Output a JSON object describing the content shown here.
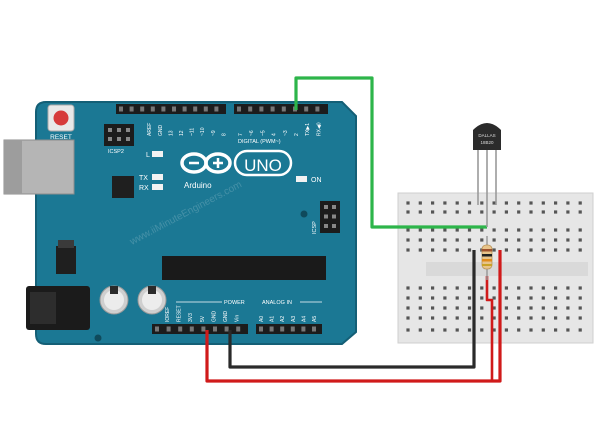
{
  "board": {
    "reset_label": "RESET",
    "icsp_top_label": "ICSP2",
    "icsp_right_label": "ICSP",
    "logo_model": "UNO",
    "logo_brand": "Arduino",
    "led_l": "L",
    "led_tx": "TX",
    "led_rx": "RX",
    "on_label": "ON",
    "digital_header_label": "DIGITAL (PWM~)",
    "power_header_label": "POWER",
    "analog_header_label": "ANALOG IN",
    "top_pin_labels": [
      "AREF",
      "GND",
      "13",
      "12",
      "~11",
      "~10",
      "~9",
      "8",
      "7",
      "~6",
      "~5",
      "4",
      "~3",
      "2",
      "TX▶1",
      "RX◀0"
    ],
    "power_pin_labels": [
      "IOREF",
      "RESET",
      "3V3",
      "5V",
      "GND",
      "GND",
      "Vin"
    ],
    "analog_pin_labels": [
      "A0",
      "A1",
      "A2",
      "A3",
      "A4",
      "A5"
    ]
  },
  "sensor": {
    "line1": "DALLAS",
    "line2": "18B20"
  },
  "watermark": "www.iiMinuteEngineers.com",
  "colors": {
    "board": "#1b7894",
    "board_edge": "#145f76",
    "wire_signal": "#2db54a",
    "wire_power": "#d01a1a",
    "wire_ground": "#2a2a2a",
    "breadboard": "#e6e6e6"
  }
}
